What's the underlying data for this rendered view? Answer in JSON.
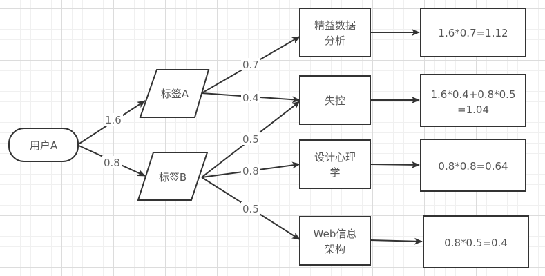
{
  "diagram": {
    "nodes": {
      "user": {
        "label": "用户A",
        "shape": "rounded-rect"
      },
      "tagA": {
        "label": "标签A",
        "shape": "parallelogram"
      },
      "tagB": {
        "label": "标签B",
        "shape": "parallelogram"
      },
      "lean": {
        "lines": [
          "精益数据",
          "分析"
        ],
        "shape": "rect"
      },
      "lost": {
        "lines": [
          "失控"
        ],
        "shape": "rect"
      },
      "design": {
        "lines": [
          "设计心理",
          "学"
        ],
        "shape": "rect"
      },
      "web": {
        "lines": [
          "Web信息",
          "架构"
        ],
        "shape": "rect"
      },
      "r1": {
        "lines": [
          "1.6*0.7=1.12"
        ],
        "shape": "rect"
      },
      "r2": {
        "lines": [
          "1.6*0.4+0.8*0.5",
          "=1.04"
        ],
        "shape": "rect"
      },
      "r3": {
        "lines": [
          "0.8*0.8=0.64"
        ],
        "shape": "rect"
      },
      "r4": {
        "lines": [
          "0.8*0.5=0.4"
        ],
        "shape": "rect"
      }
    },
    "edges": [
      {
        "from": "user",
        "to": "tagA",
        "label": "1.6"
      },
      {
        "from": "user",
        "to": "tagB",
        "label": "0.8"
      },
      {
        "from": "tagA",
        "to": "lean",
        "label": "0.7"
      },
      {
        "from": "tagA",
        "to": "lost",
        "label": "0.4"
      },
      {
        "from": "tagB",
        "to": "lost",
        "label": "0.5"
      },
      {
        "from": "tagB",
        "to": "design",
        "label": "0.8"
      },
      {
        "from": "tagB",
        "to": "web",
        "label": "0.5"
      },
      {
        "from": "lean",
        "to": "r1",
        "label": ""
      },
      {
        "from": "lost",
        "to": "r2",
        "label": ""
      },
      {
        "from": "design",
        "to": "r3",
        "label": ""
      },
      {
        "from": "web",
        "to": "r4",
        "label": ""
      }
    ]
  }
}
